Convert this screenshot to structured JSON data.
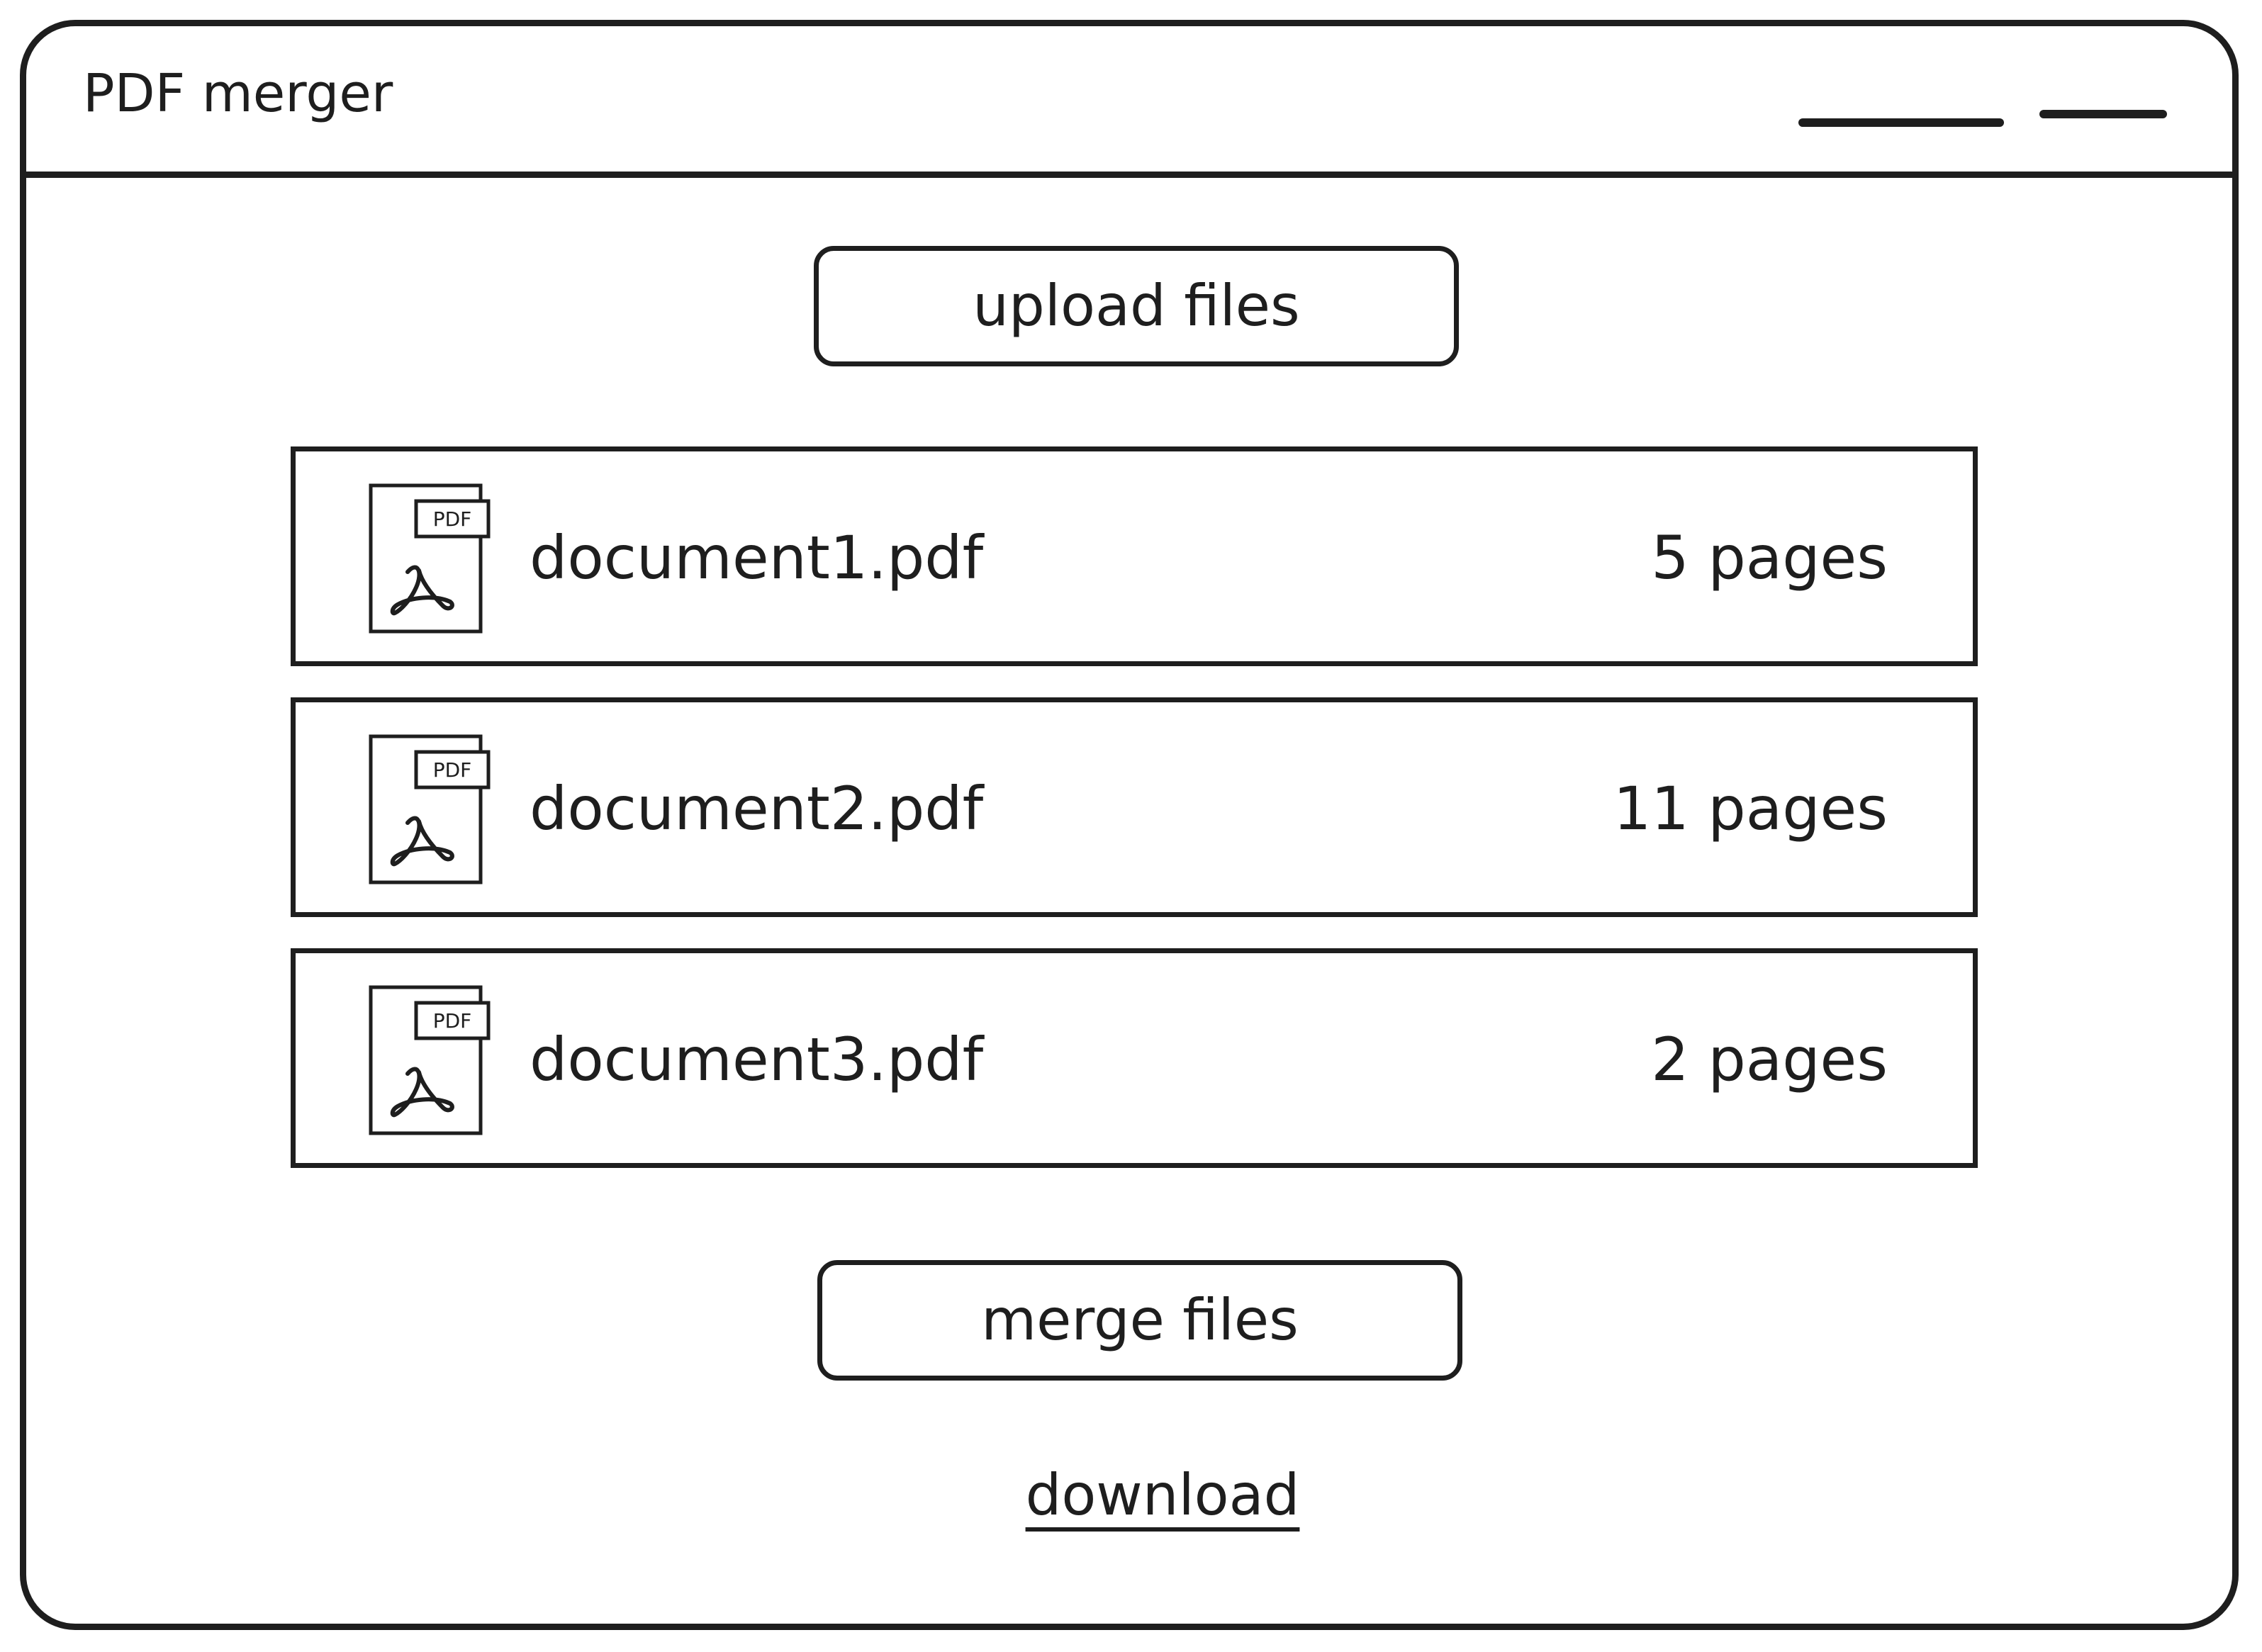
{
  "window": {
    "title": "PDF merger"
  },
  "actions": {
    "upload_label": "upload files",
    "merge_label": "merge files",
    "download_label": "download"
  },
  "files": [
    {
      "name": "document1.pdf",
      "pages": "5 pages",
      "icon": "pdf-file-icon",
      "badge": "PDF"
    },
    {
      "name": "document2.pdf",
      "pages": "11 pages",
      "icon": "pdf-file-icon",
      "badge": "PDF"
    },
    {
      "name": "document3.pdf",
      "pages": "2 pages",
      "icon": "pdf-file-icon",
      "badge": "PDF"
    }
  ],
  "colors": {
    "ink": "#1e1e1e",
    "background": "#ffffff"
  }
}
